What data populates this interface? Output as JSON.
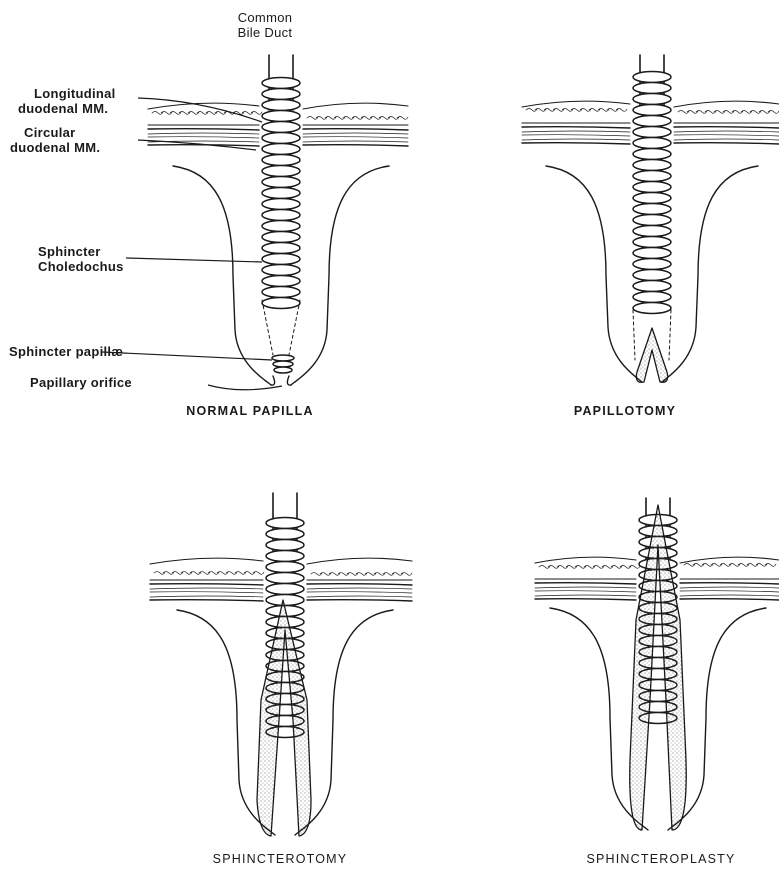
{
  "labels": {
    "common_bile_duct": [
      "Common",
      "Bile Duct"
    ],
    "longitudinal": [
      "Longitudinal",
      "duodenal MM."
    ],
    "circular": [
      "Circular",
      "duodenal MM."
    ],
    "sphincter_choledochus": [
      "Sphincter",
      "Choledochus"
    ],
    "sphincter_papillae": "Sphincter papillæ",
    "papillary_orifice": "Papillary orifice"
  },
  "captions": {
    "normal": "NORMAL PAPILLA",
    "papillotomy": "PAPILLOTOMY",
    "sphincterotomy": "SPHINCTEROTOMY",
    "sphincteroplasty": "SPHINCTEROPLASTY"
  },
  "colors": {
    "ink": "#1a1a1a",
    "paper": "#ffffff",
    "stipple": "#555555"
  }
}
